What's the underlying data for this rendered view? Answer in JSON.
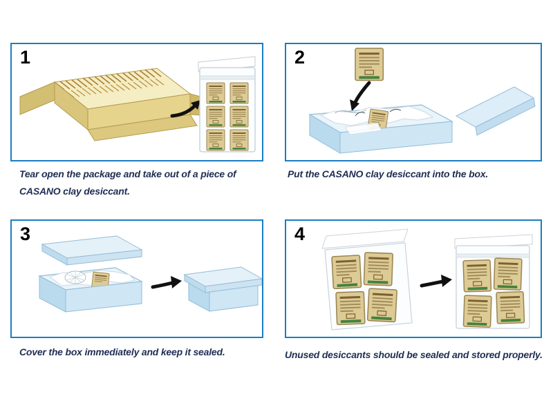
{
  "page": {
    "background": "#ffffff",
    "panel_border_color": "#1a7dc2",
    "caption_color": "#1e2d52",
    "product_name": "CASANO"
  },
  "steps": [
    {
      "number": "1",
      "caption": "Tear open the package and take out of a piece of CASANO clay desiccant."
    },
    {
      "number": "2",
      "caption": "Put the CASANO clay desiccant into the box."
    },
    {
      "number": "3",
      "caption": "Cover the box immediately and keep it sealed."
    },
    {
      "number": "4",
      "caption": "Unused desiccants should be sealed and stored properly."
    }
  ]
}
